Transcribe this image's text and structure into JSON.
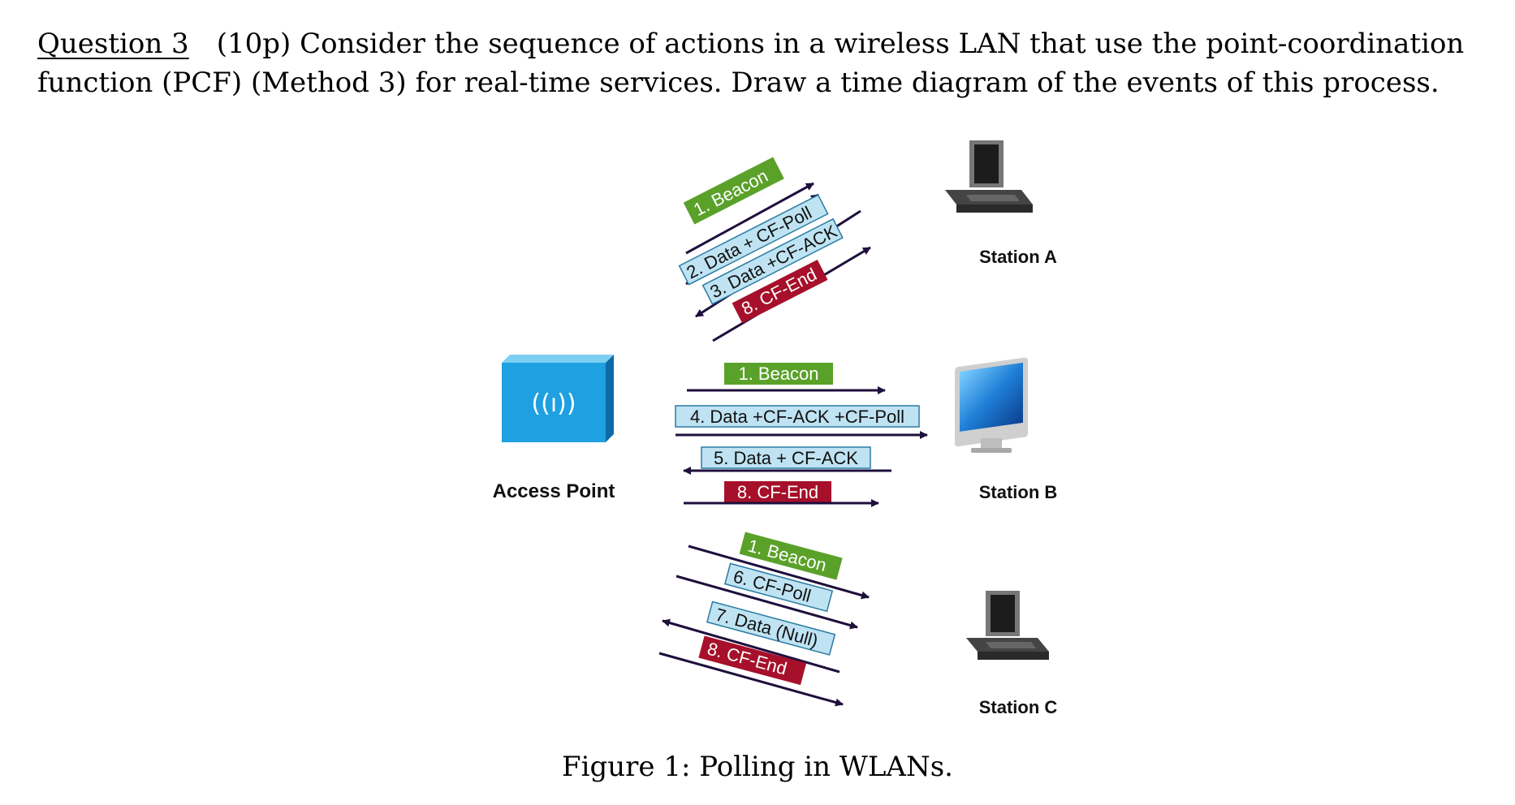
{
  "question": {
    "label": "Question 3",
    "points": "(10p)",
    "line1": "Consider the sequence of actions in a wireless LAN that use the point-coordination",
    "line2": "function (PCF) (Method 3) for real-time services. Draw a time diagram of the events of this process."
  },
  "nodes": {
    "access_point": "Access Point",
    "station_a": "Station A",
    "station_b": "Station B",
    "station_c": "Station C"
  },
  "colors": {
    "beacon": "#5aa12a",
    "data": "#bfe3f2",
    "cf_end": "#a6102a",
    "arrow": "#1e0f3c",
    "ap_blue": "#1fa0e0"
  },
  "messages": {
    "station_a": [
      "1. Beacon",
      "2. Data + CF-Poll",
      "3. Data +CF-ACK",
      "8. CF-End"
    ],
    "station_b": [
      "1. Beacon",
      "4. Data +CF-ACK +CF-Poll",
      "5. Data + CF-ACK",
      "8. CF-End"
    ],
    "station_c": [
      "1. Beacon",
      "6. CF-Poll",
      "7. Data (Null)",
      "8. CF-End"
    ]
  },
  "caption": "Figure 1: Polling in WLANs."
}
